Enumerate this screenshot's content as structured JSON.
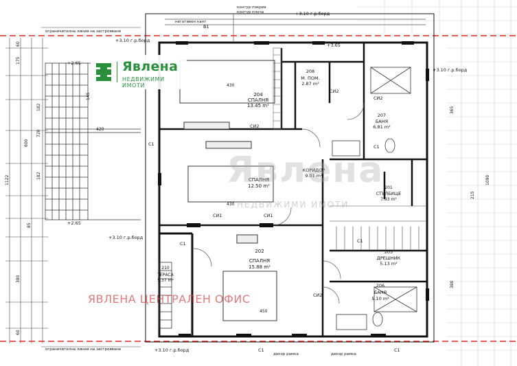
{
  "brand": {
    "name": "Явлена",
    "subtitle": "НЕДВИЖИМИ ИМОТИ",
    "color": "#2a8f3c"
  },
  "watermark": {
    "name": "Явлена",
    "subtitle": "НЕДВИЖИМИ ИМОТИ",
    "office": "ЯВЛЕНА ЦЕНТРАЛЕН ОФИС"
  },
  "notes": {
    "building_line": "ограничителна линия на застрояване",
    "roof_contour": "контур покрив",
    "slab_contour": "контур плоча",
    "neg_channel": "негативен кант",
    "decor_frame": "декор рамка"
  },
  "levels": {
    "lvl_310": "+3.10 г.р.борд",
    "lvl_265": "+2.65",
    "lvl_365": "+3.65"
  },
  "rooms": [
    {
      "num": "204",
      "name": "СПАЛНЯ",
      "area": "13.45 m²"
    },
    {
      "num": "208",
      "name": "М. ПОМ.",
      "area": "2.87 m²"
    },
    {
      "num": "207",
      "name": "БАНЯ",
      "area": "6.81 m²"
    },
    {
      "num": "",
      "name": "КОРИДОР",
      "area": "9.01 m²"
    },
    {
      "num": "",
      "name": "СПАЛНЯ",
      "area": "12.50 m²"
    },
    {
      "num": "201",
      "name": "СТЪЛБИЩЕ",
      "area": "7.93 m²"
    },
    {
      "num": "202",
      "name": "СПАЛНЯ",
      "area": "15.88 m²"
    },
    {
      "num": "203",
      "name": "ДРЕШНИК",
      "area": "5.13 m²"
    },
    {
      "num": "206",
      "name": "БАНЯ",
      "area": "5.10 m²"
    },
    {
      "num": "210",
      "name": "ТЕРАСА",
      "area": "5.37 m²"
    }
  ],
  "window_tags": {
    "c1": "С1",
    "ci1": "СИ1",
    "ci2": "СИ2",
    "b1": "В1"
  },
  "dims": {
    "d430": "430",
    "d420": "420",
    "d450": "450",
    "d600": "600",
    "d1122": "1122",
    "d1090": "1090",
    "d720": "720",
    "d380": "380",
    "d365": "365",
    "d215": "215",
    "d182": "182",
    "d175": "175",
    "d145": "145",
    "d60": "60",
    "d85": "85"
  }
}
